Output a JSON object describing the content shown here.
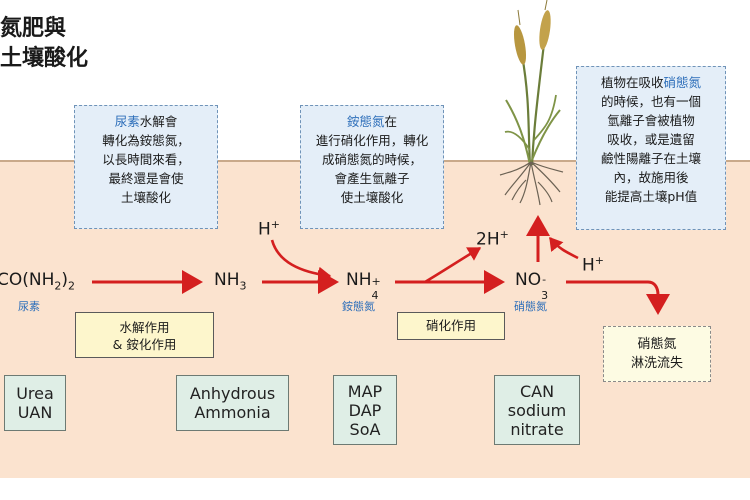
{
  "title": {
    "line1": "氮肥與",
    "line2": "土壤酸化"
  },
  "notes": {
    "urea": {
      "highlight": "尿素",
      "rest": "水解會",
      "lines": [
        "轉化為銨態氮，",
        "以長時間來看，",
        "最終還是會使",
        "土壤酸化"
      ]
    },
    "ammonium": {
      "highlight": "銨態氮",
      "rest": "在",
      "lines": [
        "進行硝化作用，轉化",
        "成硝態氮的時候，",
        "會產生氫離子",
        "使土壤酸化"
      ]
    },
    "nitrate": {
      "pre": "植物在吸收",
      "highlight": "硝態氮",
      "lines": [
        "的時候，也有一個",
        "氫離子會被植物",
        "吸收，或是遺留",
        "鹼性陽離子在土壤",
        "內，故施用後",
        "能提高土壤pH值"
      ]
    }
  },
  "chemicals": {
    "urea": {
      "main": "CO(NH",
      "sub": "2",
      "tail": ")",
      "sub2": "2",
      "caption": "尿素"
    },
    "nh3": {
      "main": "NH",
      "sub": "3"
    },
    "nh4": {
      "main": "NH",
      "sub": "4",
      "sup": "+",
      "caption": "銨態氮"
    },
    "no3": {
      "main": "NO",
      "sub": "3",
      "sup": "-",
      "caption": "硝態氮"
    },
    "h_in": {
      "main": "H",
      "sup": "+"
    },
    "h_out": {
      "main": "2H",
      "sup": "+"
    },
    "h_plant": {
      "main": "H",
      "sup": "+"
    }
  },
  "processes": {
    "hydrolysis": {
      "line1": "水解作用",
      "line2": "& 銨化作用"
    },
    "nitrification": "硝化作用"
  },
  "leaching": {
    "line1": "硝態氮",
    "line2": "淋洗流失"
  },
  "fertilizers": [
    {
      "lines": [
        "Urea",
        "UAN"
      ]
    },
    {
      "lines": [
        "Anhydrous",
        "Ammonia"
      ]
    },
    {
      "lines": [
        "MAP",
        "DAP",
        "SoA"
      ]
    },
    {
      "lines": [
        "CAN",
        "sodium",
        "nitrate"
      ]
    }
  ],
  "colors": {
    "arrow": "#d41f1f",
    "highlight": "#2e6fba",
    "note_bg": "#e4eef8",
    "soil": "#fbe3cf"
  }
}
